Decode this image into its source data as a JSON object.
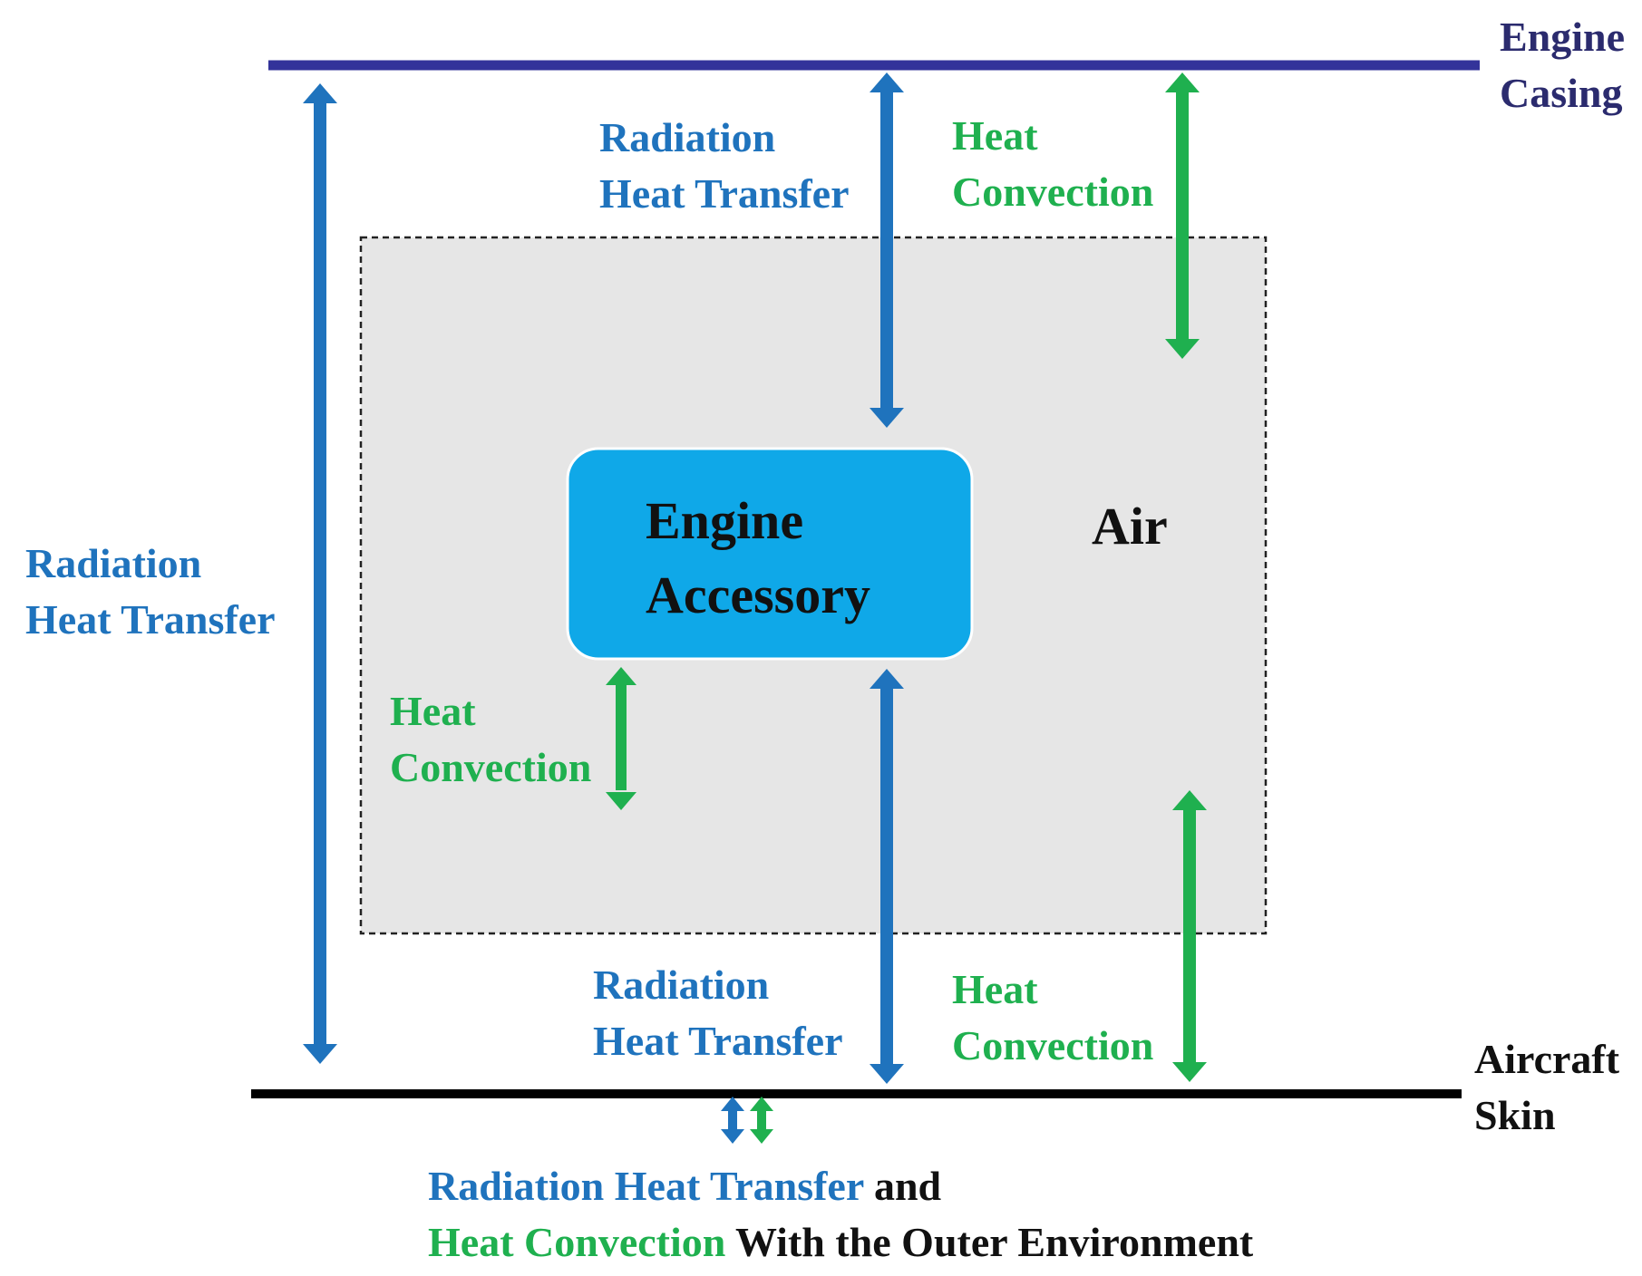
{
  "colors": {
    "radiation": "#1f73bd",
    "convection": "#1fb04f",
    "engine_casing_line": "#33339a",
    "aircraft_skin_line": "#000000",
    "air_region_fill": "#e6e6e6",
    "accessory_fill": "#0fa8e8",
    "text_dark": "#111111",
    "casing_text": "#2b2b6e"
  },
  "boundaries": {
    "engine_casing": {
      "line1": "Engine",
      "line2": "Casing"
    },
    "aircraft_skin": {
      "line1": "Aircraft",
      "line2": "Skin"
    }
  },
  "regions": {
    "air": "Air",
    "accessory": {
      "line1": "Engine",
      "line2": "Accessory"
    }
  },
  "labels": {
    "left_radiation": {
      "line1": "Radiation",
      "line2": "Heat Transfer"
    },
    "top_radiation": {
      "line1": "Radiation",
      "line2": "Heat Transfer"
    },
    "top_convection": {
      "line1": "Heat",
      "line2": "Convection"
    },
    "inner_convection": {
      "line1": "Heat",
      "line2": "Convection"
    },
    "bottom_radiation": {
      "line1": "Radiation",
      "line2": "Heat Transfer"
    },
    "bottom_convection": {
      "line1": "Heat",
      "line2": "Convection"
    }
  },
  "outer_environment": {
    "radiation_part": "Radiation Heat Transfer",
    "and_part": "and",
    "convection_part": "Heat Convection",
    "rest_part": "With the Outer Environment"
  }
}
